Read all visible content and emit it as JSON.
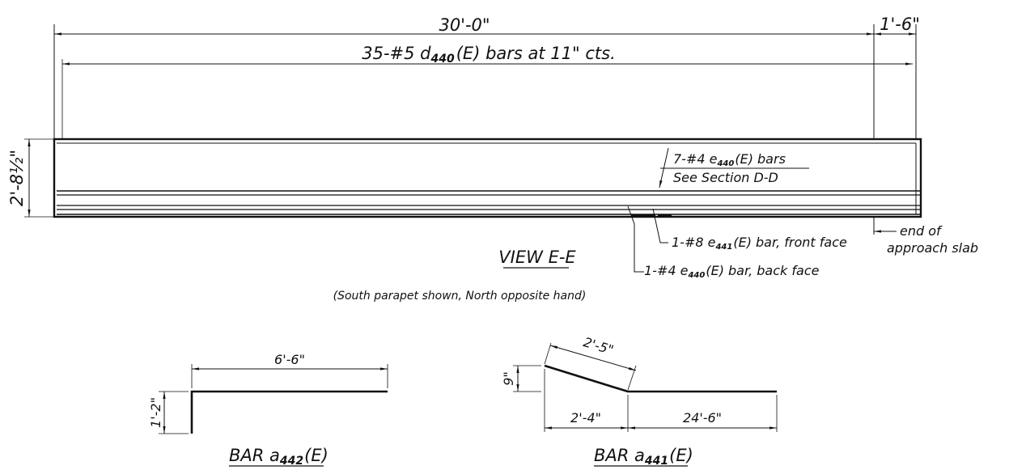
{
  "view": {
    "title": "VIEW E-E",
    "subtitle": "(South parapet shown, North opposite hand)",
    "dims": {
      "overall_length": "30'-0\"",
      "overhang": "1'-6\"",
      "height": "2'-8½\""
    },
    "d_bars": {
      "prefix": "35-#5 d",
      "sub": "440",
      "suffix": "(E) bars at 11\" cts."
    },
    "e440_bars": {
      "prefix": "7-#4 e",
      "sub": "440",
      "suffix": "(E) bars",
      "line2": "See Section D-D"
    },
    "e441_bar": {
      "prefix": "1-#8 e",
      "sub": "441",
      "suffix": "(E) bar, front face"
    },
    "e440_back": {
      "prefix": "1-#4 e",
      "sub": "440",
      "suffix": "(E) bar, back face"
    },
    "end_note": {
      "line1": "end of",
      "line2": "approach slab"
    }
  },
  "bar_a442": {
    "title_prefix": "BAR a",
    "title_sub": "442",
    "title_suffix": "(E)",
    "length": "6'-6\"",
    "leg": "1'-2\""
  },
  "bar_a441": {
    "title_prefix": "BAR a",
    "title_sub": "441",
    "title_suffix": "(E)",
    "slope": "2'-5\"",
    "rise": "9\"",
    "run": "2'-4\"",
    "length": "24'-6\""
  }
}
